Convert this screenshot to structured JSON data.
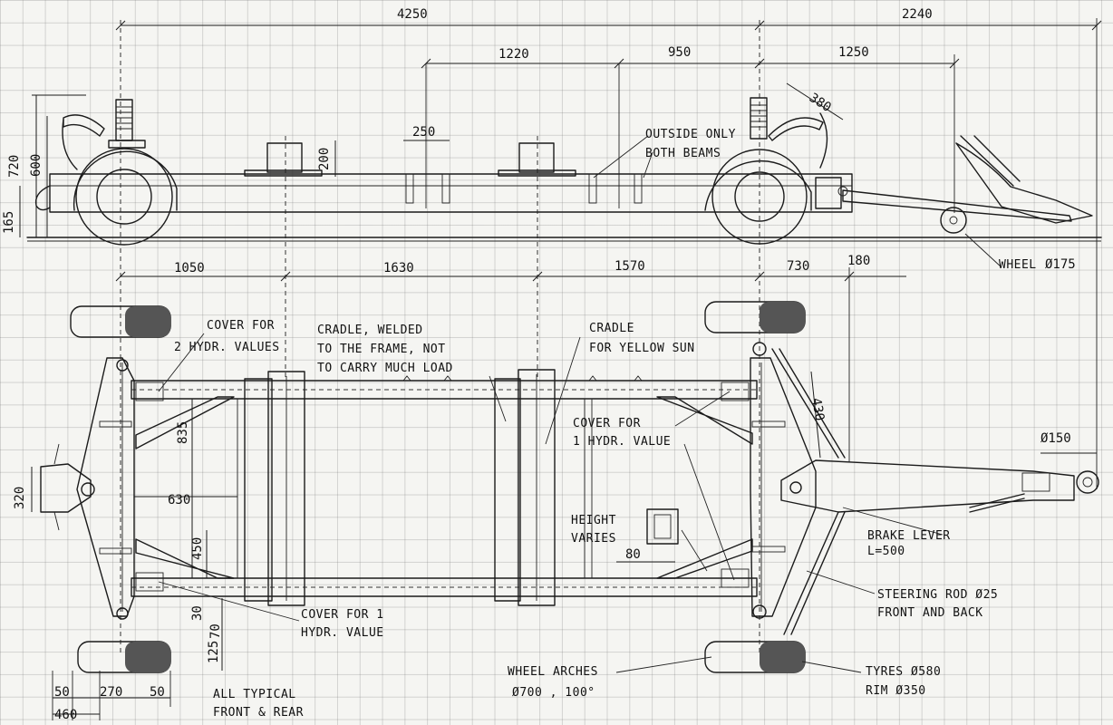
{
  "top_dims": {
    "d4250": "4250",
    "d2240": "2240",
    "d1220": "1220",
    "d950": "950",
    "d1250": "1250",
    "d380": "380",
    "d250": "250",
    "d200": "200",
    "d720": "720",
    "d600": "600",
    "d165": "165"
  },
  "mid_dims": {
    "d1050": "1050",
    "d1630": "1630",
    "d1570": "1570",
    "d730": "730",
    "d180": "180"
  },
  "plan_dims": {
    "d835": "835",
    "d630": "630",
    "d450": "450",
    "d320": "320",
    "d430": "430",
    "d80": "80",
    "d30": "30",
    "d70": "70",
    "d125": "125",
    "d50a": "50",
    "d270": "270",
    "d50b": "50",
    "d460": "460"
  },
  "notes": {
    "outside_only": "OUTSIDE ONLY",
    "both_beams": "BOTH BEAMS",
    "wheel_small": "WHEEL",
    "wheel_small_dia": "Ø175",
    "cover2_l1": "COVER FOR",
    "cover2_l2": "2 HYDR. VALUES",
    "cradle_welded_l1": "CRADLE, WELDED",
    "cradle_welded_l2": "TO THE FRAME, NOT",
    "cradle_welded_l3": "TO CARRY MUCH LOAD",
    "cradle_sun_l1": "CRADLE",
    "cradle_sun_l2": "FOR YELLOW SUN",
    "cover1a_l1": "COVER FOR",
    "cover1a_l2": "1 HYDR. VALUE",
    "ring_dia": "Ø150",
    "height_l1": "HEIGHT",
    "height_l2": "VARIES",
    "brake_l1": "BRAKE LEVER",
    "brake_l2": "L=500",
    "steer_l1": "STEERING ROD Ø25",
    "steer_l2": "FRONT AND BACK",
    "cover1b_l1": "COVER FOR 1",
    "cover1b_l2": "HYDR. VALUE",
    "arches_l1": "WHEEL ARCHES",
    "arches_l2": "Ø700 , 100°",
    "tyres": "TYRES Ø580",
    "rim": "RIM Ø350",
    "typical_l1": "ALL TYPICAL",
    "typical_l2": "FRONT & REAR"
  }
}
